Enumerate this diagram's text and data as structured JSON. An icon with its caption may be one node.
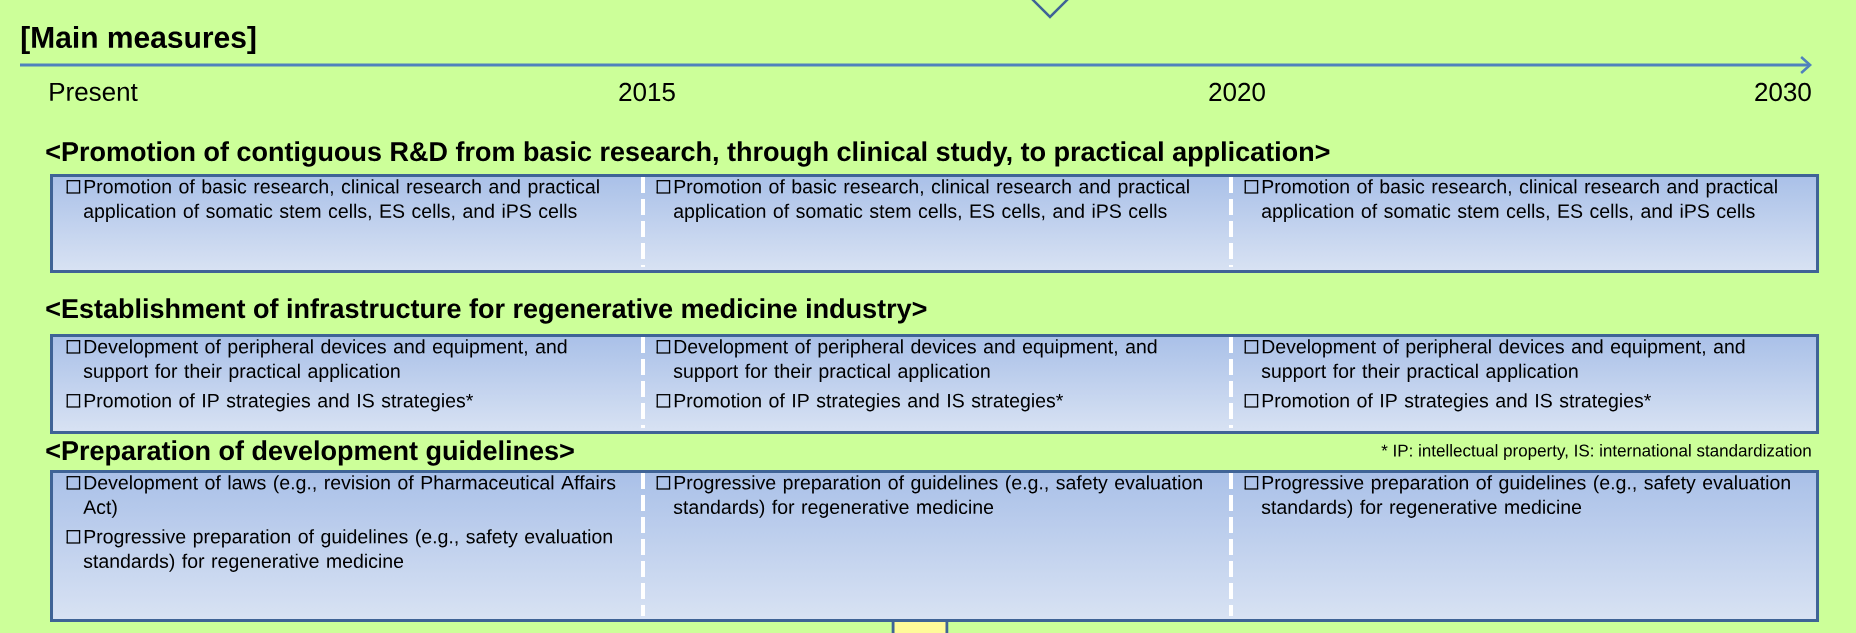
{
  "diagram": {
    "title": "[Main measures]",
    "nodes": [
      {
        "text": [
          "<Promotion of contiguous R&D from basic research, through clinical study, to practical application>"
        ]
      },
      {
        "text": [
          "Promotion of basic research, clinical research and practical application of somatic stem cells, ES cells, and iPS cells"
        ],
        "in": 0
      },
      {
        "text": [
          "Promotion of basic research, clinical research and practical application of somatic stem cells, ES cells, and iPS cells"
        ],
        "in": 0
      },
      {
        "text": [
          "Promotion of basic research, clinical research and practical application of somatic stem cells, ES cells, and iPS cells"
        ],
        "in": 0
      },
      {
        "text": [
          "<Establishment of infrastructure for regenerative medicine industry>"
        ]
      },
      {
        "text": [
          "Development of peripheral devices and equipment, and support for their practical application",
          "Promotion of IP strategies and IS strategies*"
        ],
        "in": 4
      },
      {
        "text": [
          "Development of peripheral devices and equipment, and support for their practical application",
          "Promotion of IP strategies and IS strategies*"
        ],
        "in": 4
      },
      {
        "text": [
          "Development of peripheral devices and equipment, and support for their practical application",
          "Promotion of IP strategies and IS strategies*"
        ],
        "in": 4
      },
      {
        "text": [
          "<Preparation of development guidelines>"
        ]
      },
      {
        "text": [
          "Development of laws (e.g., revision of Pharmaceutical Affairs Act)",
          "Progressive preparation of guidelines (e.g., safety evaluation standards) for regenerative medicine"
        ],
        "in": 8
      },
      {
        "text": [
          "Progressive preparation of guidelines (e.g., safety evaluation standards) for regenerative medicine"
        ],
        "in": 8
      },
      {
        "text": [
          "Progressive preparation of guidelines (e.g., safety evaluation standards) for regenerative medicine"
        ],
        "in": 8
      }
    ],
    "labels": [
      "Present",
      "2015",
      "2020",
      "2030",
      "* IP: intellectual property, IS: international standardization"
    ]
  }
}
